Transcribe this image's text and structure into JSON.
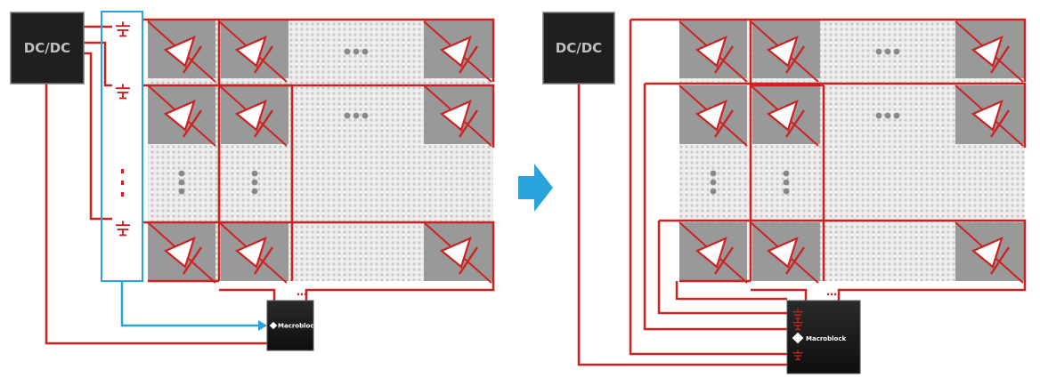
{
  "left_panel": {
    "dcdc_label": "DC/DC",
    "chip_label": "Macroblock"
  },
  "right_panel": {
    "dcdc_label": "DC/DC",
    "chip_label": "Macroblock"
  },
  "colors": {
    "wire": "#cc2222",
    "highlight": "#29a3dc",
    "arrow": "#29a3dc",
    "dark_block": "#1c1c1c",
    "cell_dark": "#999999",
    "cell_light": "#d6d6d6",
    "dot": "#888888"
  },
  "icons": {
    "transition_arrow": "arrow-right-icon",
    "led": "led-diode-icon",
    "fet": "mosfet-icon",
    "logo": "macroblock-logo-icon"
  }
}
